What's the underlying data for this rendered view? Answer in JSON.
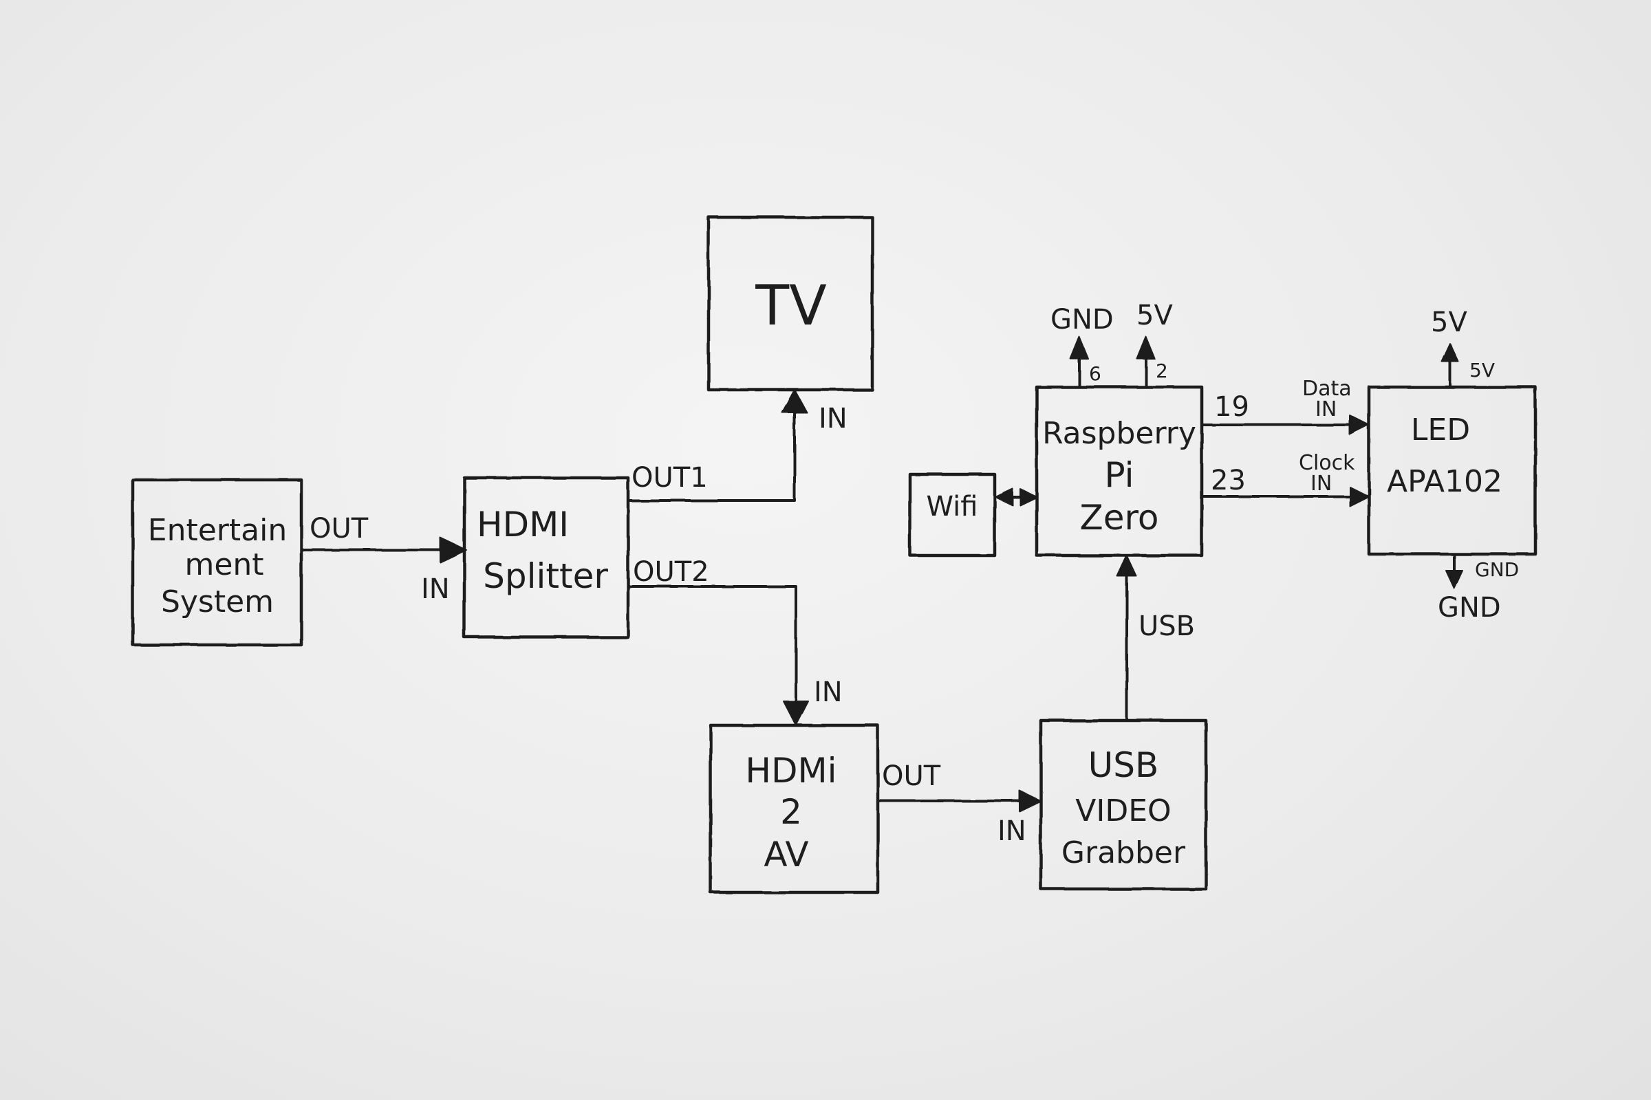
{
  "blocks": {
    "entertainment": {
      "lines": [
        "Entertain",
        "ment",
        "System"
      ]
    },
    "splitter": {
      "lines": [
        "HDMI",
        "Splitter"
      ]
    },
    "tv": {
      "label": "TV"
    },
    "hdmi2av": {
      "lines": [
        "HDMi",
        "2",
        "AV"
      ]
    },
    "grabber": {
      "lines": [
        "USB",
        "VIDEO",
        "Grabber"
      ]
    },
    "raspberry": {
      "lines": [
        "Raspberry",
        "Pi",
        "Zero"
      ]
    },
    "wifi": {
      "label": "Wifi"
    },
    "led": {
      "lines": [
        "LED",
        "APA102"
      ]
    }
  },
  "ports": {
    "entertainment_out": "OUT",
    "splitter_in": "IN",
    "splitter_out1": "OUT1",
    "splitter_out2": "OUT2",
    "tv_in": "IN",
    "hdmi2av_in": "IN",
    "hdmi2av_out": "OUT",
    "grabber_in": "IN",
    "usb_link": "USB",
    "pi_gnd": "GND",
    "pi_gnd_pin": "6",
    "pi_5v": "5V",
    "pi_5v_pin": "2",
    "pi_data_pin": "19",
    "pi_clock_pin": "23",
    "led_data_in": [
      "Data",
      "IN"
    ],
    "led_clock_in": [
      "Clock",
      "IN"
    ],
    "led_5v": "5V",
    "led_5v_small": "5V",
    "led_gnd": "GND",
    "led_gnd_small": "GND"
  }
}
